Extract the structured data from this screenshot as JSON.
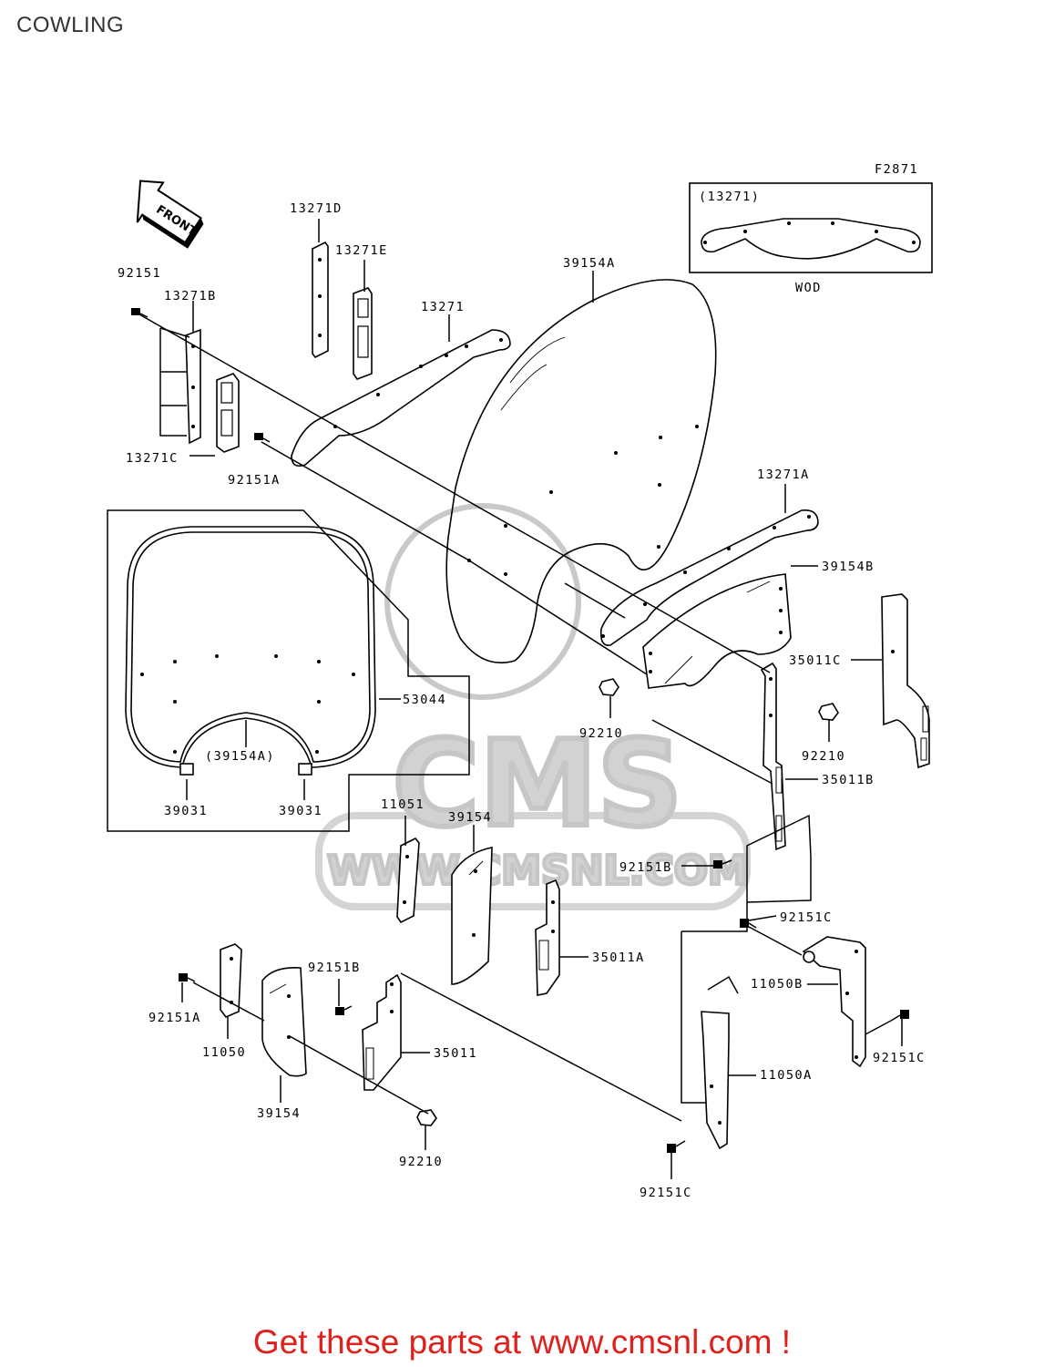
{
  "title": "COWLING",
  "footer": "Get these parts at www.cmsnl.com !",
  "figure_code": "F2871",
  "front_label": "FRONT",
  "inset": {
    "ref": "(13271)",
    "caption": "WOD"
  },
  "watermark": {
    "brand": "CMS",
    "site": "WWW.CMSNL.COM"
  },
  "parts": {
    "p13271D": "13271D",
    "p13271E": "13271E",
    "p92151_top": "92151",
    "p13271B": "13271B",
    "p13271": "13271",
    "p39154A": "39154A",
    "p13271C": "13271C",
    "p92151A_top": "92151A",
    "p13271A": "13271A",
    "p39154B": "39154B",
    "p35011C": "35011C",
    "p53044": "53044",
    "p39154A_paren": "(39154A)",
    "p92210_a": "92210",
    "p92210_b": "92210",
    "p35011B": "35011B",
    "p39031_a": "39031",
    "p39031_b": "39031",
    "p11051": "11051",
    "p39154_mid": "39154",
    "p92151B_right": "92151B",
    "p92151C_top": "92151C",
    "p35011A": "35011A",
    "p92151B_left": "92151B",
    "p11050B": "11050B",
    "p92151A_low": "92151A",
    "p11050": "11050",
    "p35011": "35011",
    "p92151C_right": "92151C",
    "p11050A": "11050A",
    "p39154_low": "39154",
    "p92210_c": "92210",
    "p92151C_low": "92151C"
  }
}
